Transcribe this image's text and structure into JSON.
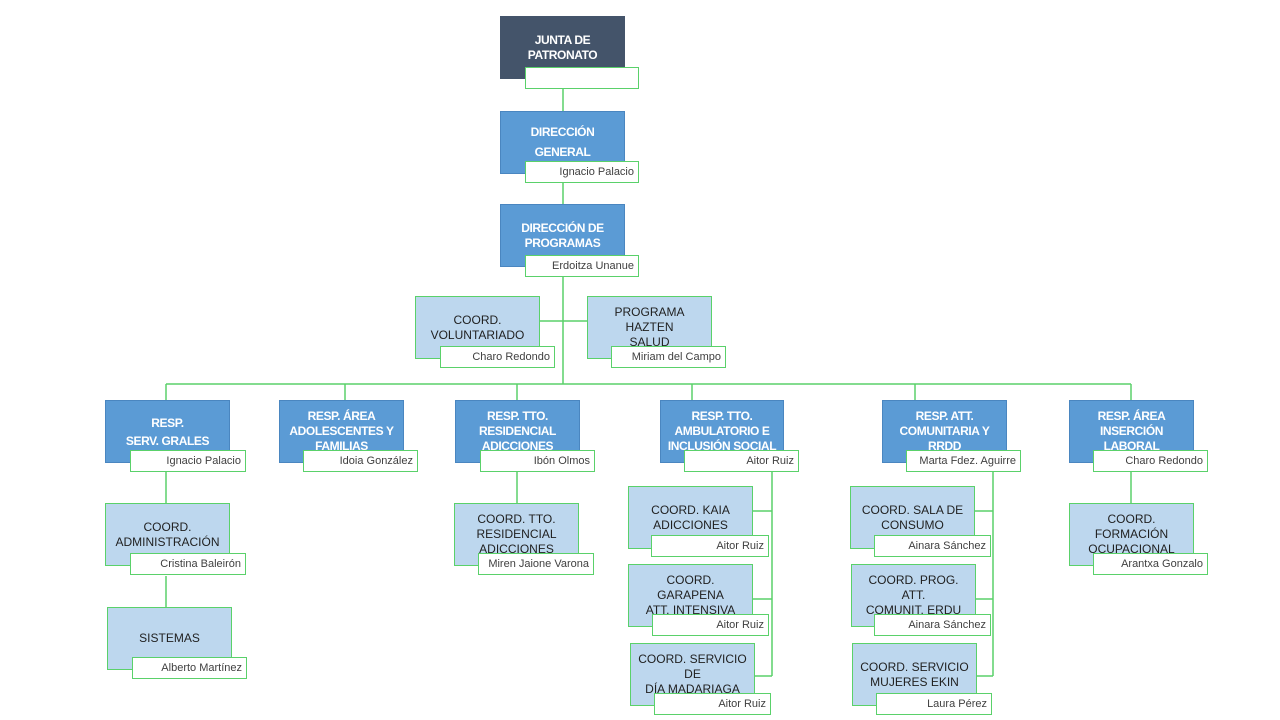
{
  "org_chart": {
    "top": {
      "title": "JUNTA DE\nPATRONATO",
      "name": ""
    },
    "general": {
      "title": "DIRECCIÓN\nGENERAL",
      "name": "Ignacio Palacio"
    },
    "programs": {
      "title": "DIRECCIÓN DE\nPROGRAMAS",
      "name": "Erdoitza Unanue"
    },
    "volunteer": {
      "title": "COORD.\nVOLUNTARIADO",
      "name": "Charo Redondo"
    },
    "hazten": {
      "title": "PROGRAMA  HAZTEN\nSALUD",
      "name": "Miriam del Campo"
    },
    "resp1": {
      "title": "RESP.\nSERV. GRALES",
      "name": "Ignacio Palacio"
    },
    "resp2": {
      "title": "RESP. ÁREA\nADOLESCENTES Y\nFAMILIAS",
      "name": "Idoia González"
    },
    "resp3": {
      "title": "RESP.  TTO.\nRESIDENCIAL\nADICCIONES",
      "name": "Ibón Olmos"
    },
    "resp4": {
      "title": "RESP. TTO.\nAMBULATORIO E\nINCLUSIÓN SOCIAL",
      "name": "Aitor Ruiz"
    },
    "resp5": {
      "title": "RESP. ATT.\nCOMUNITARIA Y\nRRDD",
      "name": "Marta Fdez. Aguirre"
    },
    "resp6": {
      "title": "RESP. ÁREA\nINSERCIÓN LABORAL",
      "name": "Charo Redondo"
    },
    "admin": {
      "title": "COORD.\nADMINISTRACIÓN",
      "name": "Cristina Baleirón"
    },
    "systems": {
      "title": "SISTEMAS",
      "name": "Alberto Martínez"
    },
    "residential": {
      "title": "COORD. TTO.\nRESIDENCIAL\nADICCIONES",
      "name": "Miren Jaione Varona"
    },
    "kaia": {
      "title": "COORD. KAIA\nADICCIONES",
      "name": "Aitor Ruiz"
    },
    "garapena": {
      "title": "COORD. GARAPENA\nATT. INTENSIVA",
      "name": "Aitor Ruiz"
    },
    "madariaga": {
      "title": "COORD. SERVICIO DE\nDÍA MADARIAGA",
      "name": "Aitor Ruiz"
    },
    "consumo": {
      "title": "COORD. SALA DE\nCONSUMO",
      "name": "Ainara Sánchez"
    },
    "erdu": {
      "title": "COORD. PROG. ATT.\nCOMUNIT. ERDU",
      "name": "Ainara Sánchez"
    },
    "ekin": {
      "title": "COORD. SERVICIO\nMUJERES EKIN",
      "name": "Laura Pérez"
    },
    "formacion": {
      "title": "COORD. FORMACIÓN\nOCUPACIONAL",
      "name": "Arantxa Gonzalo"
    }
  },
  "colors": {
    "dark": "#44546a",
    "mid": "#5b9bd5",
    "light": "#bdd7ee",
    "connector": "#5ad16a"
  }
}
